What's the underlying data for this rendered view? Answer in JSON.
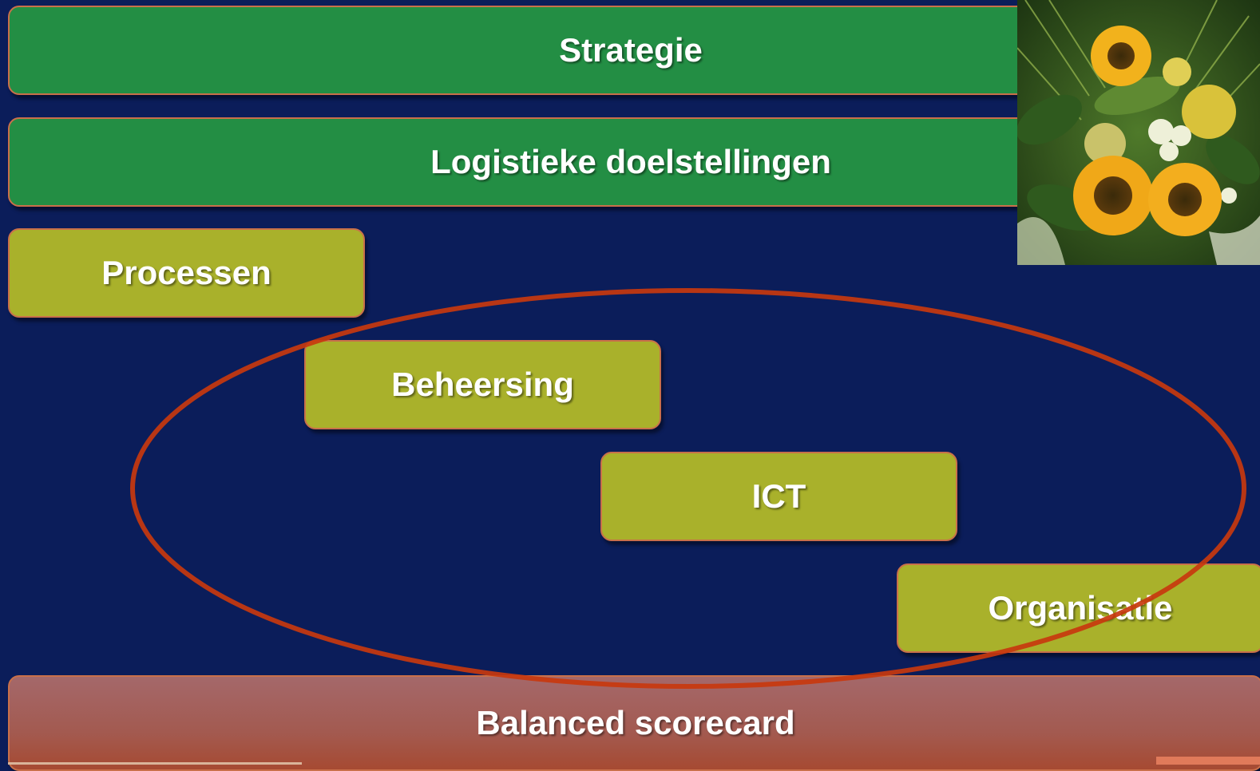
{
  "diagram": {
    "boxes": {
      "strategie": "Strategie",
      "logistiek": "Logistieke doelstellingen",
      "processen": "Processen",
      "beheersing": "Beheersing",
      "ict": "ICT",
      "organisatie": "Organisatie",
      "balanced": "Balanced scorecard"
    },
    "colors": {
      "background": "#0b1d5a",
      "green_box": "#238e44",
      "olive_box": "#a9b12b",
      "red_box": "#a35a50",
      "ellipse_stroke": "#c8380e"
    },
    "image": {
      "subject": "sunflower bouquet photo"
    }
  }
}
